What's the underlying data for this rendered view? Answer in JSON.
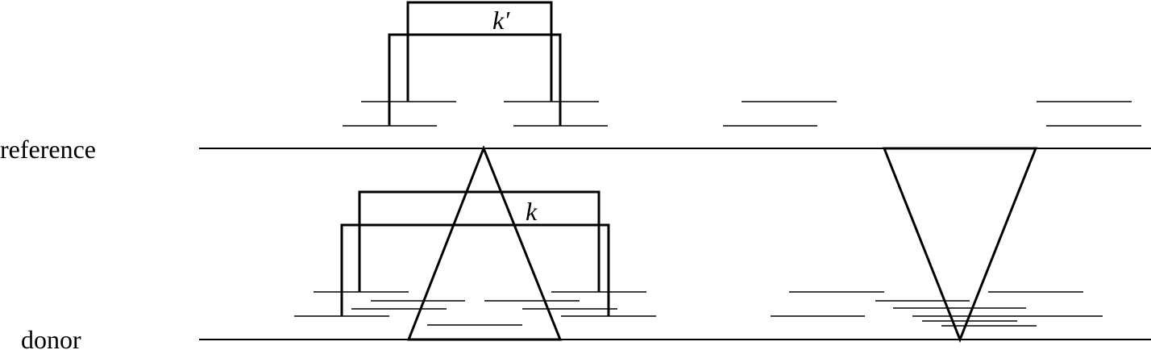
{
  "labels": {
    "reference": "reference",
    "donor": "donor",
    "k_prime": "k′",
    "k": "k"
  },
  "colors": {
    "stroke": "#000000",
    "background": "#ffffff"
  }
}
